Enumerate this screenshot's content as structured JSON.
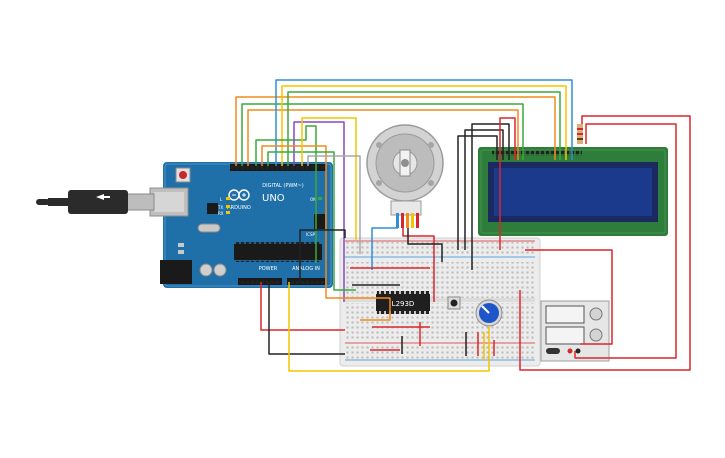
{
  "arduino": {
    "brand": "ARDUINO",
    "model": "UNO",
    "digital_header": "DIGITAL (PWM~)",
    "power_header": "POWER",
    "analog_header": "ANALOG IN",
    "tx_label": "TX",
    "rx_label": "RX",
    "l_label": "L",
    "on_label": "ON",
    "icsp_label": "ICSP"
  },
  "driver_ic": {
    "label": "L293D"
  },
  "colors": {
    "arduino_board": "#1f6fa8",
    "lcd_board": "#2f7d3a",
    "lcd_screen": "#1c3a8c",
    "breadboard": "#e8e8e8",
    "wire_red": "#d9262c",
    "wire_black": "#222222",
    "wire_yellow": "#f2c500",
    "wire_orange": "#f08a1c",
    "wire_green": "#3aa93a",
    "wire_blue": "#2f8fd6",
    "wire_purple": "#8a49b8",
    "wire_gray": "#a8a8a8"
  },
  "components": [
    {
      "id": "usb-cable",
      "icon": "usb-plug-icon"
    },
    {
      "id": "stepper-motor",
      "icon": "motor-icon"
    },
    {
      "id": "potentiometer",
      "icon": "knob-icon"
    },
    {
      "id": "push-button",
      "icon": "button-icon"
    },
    {
      "id": "power-supply",
      "icon": "supply-icon"
    }
  ]
}
